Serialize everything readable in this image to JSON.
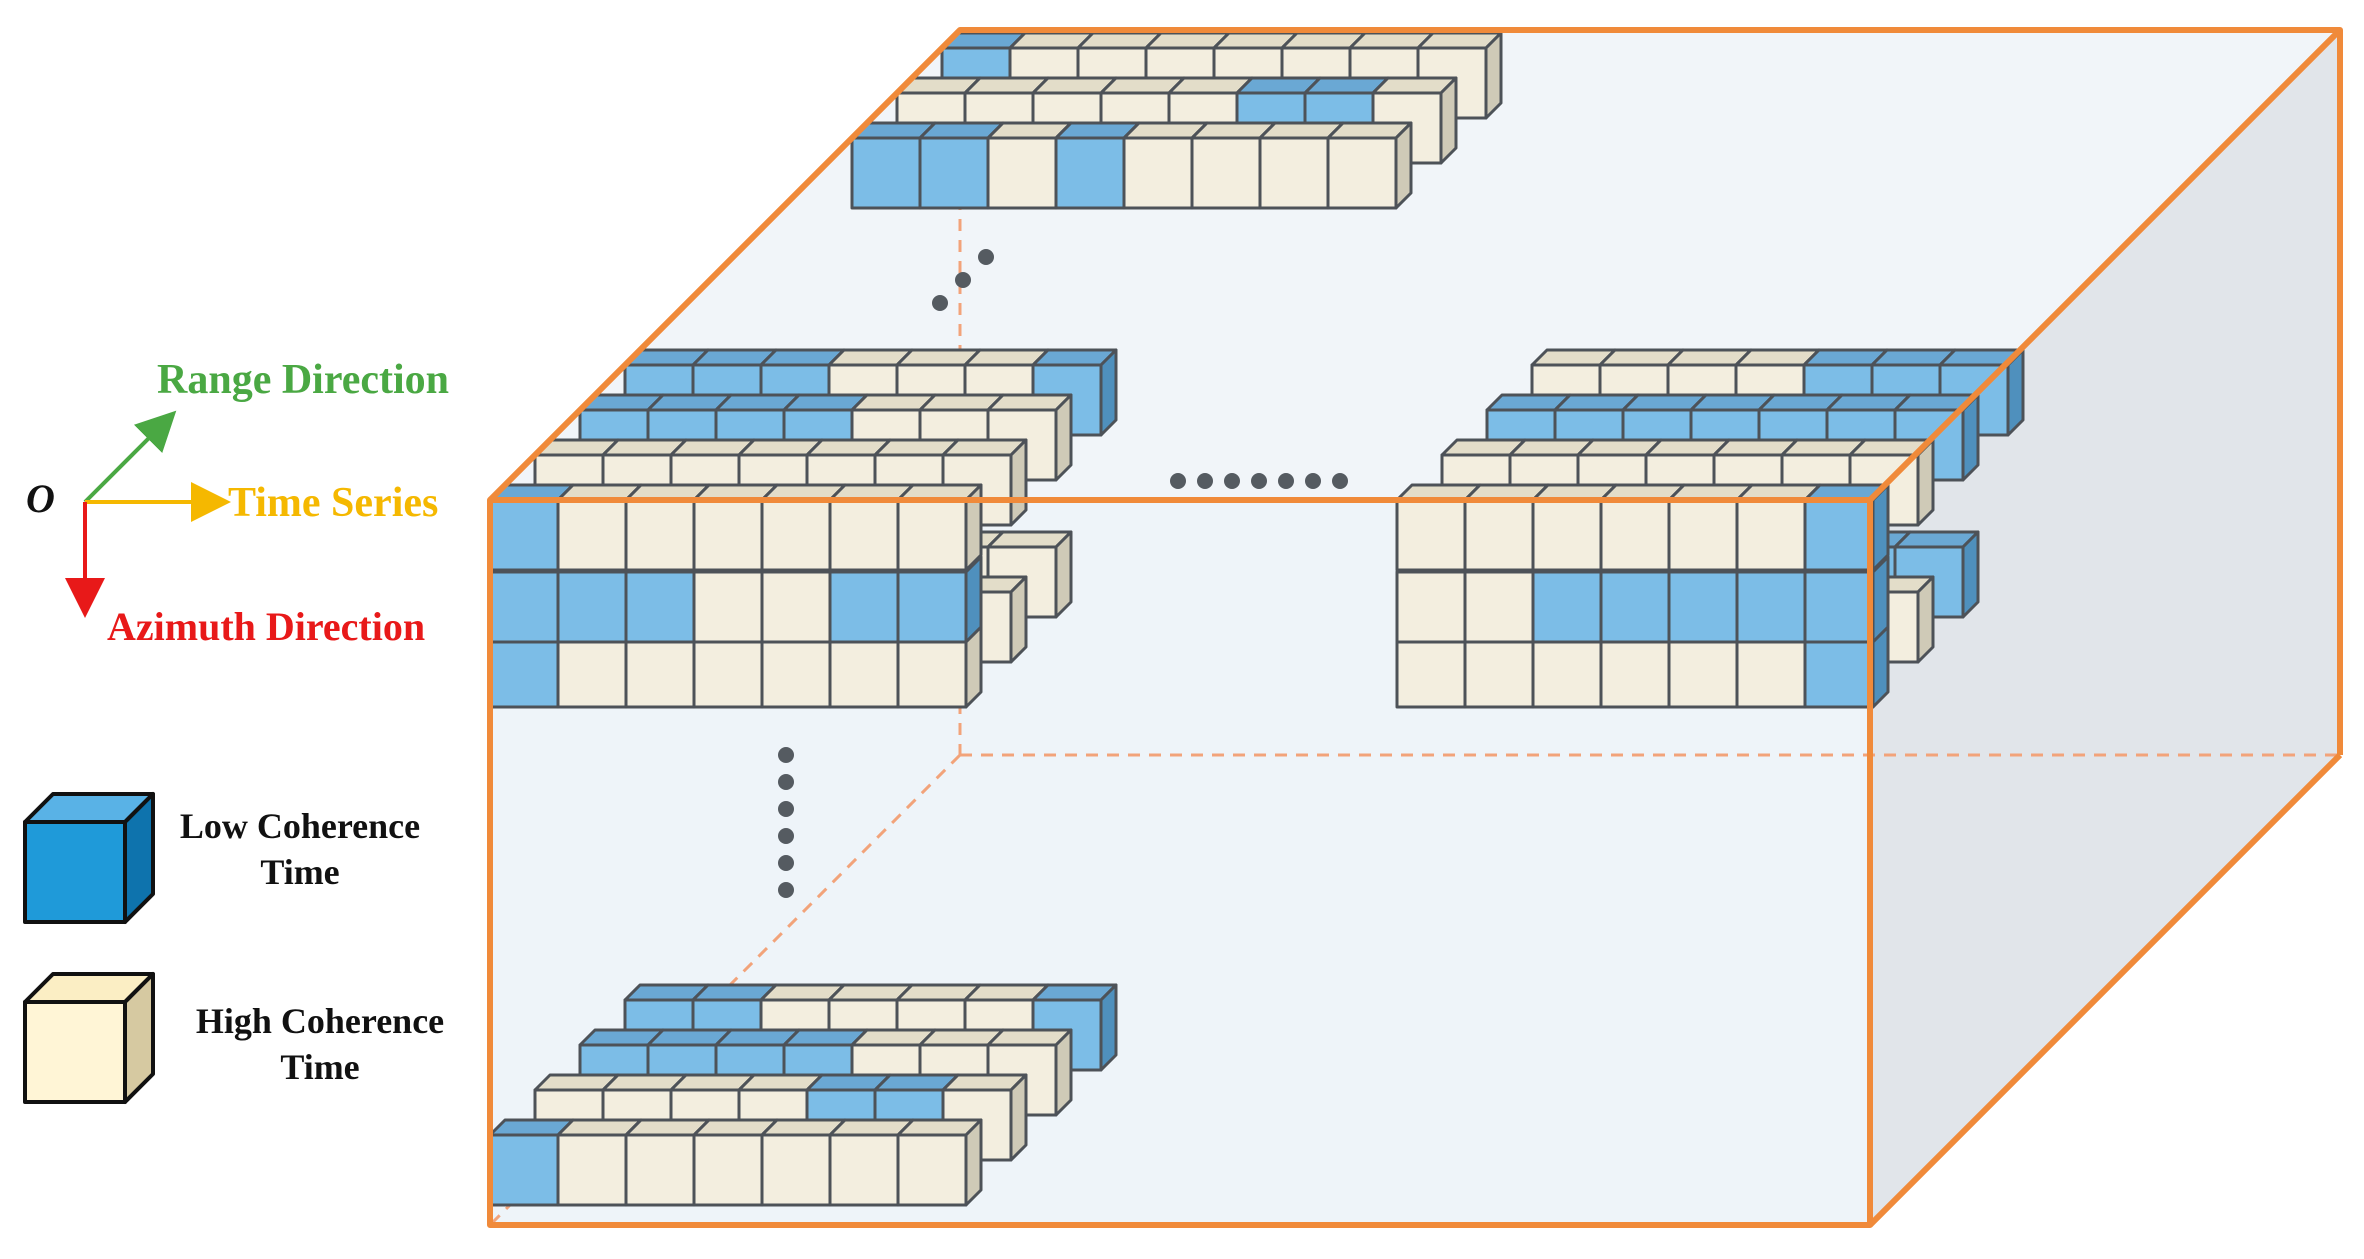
{
  "axes": {
    "origin_label": "O",
    "range_label": "Range Direction",
    "time_label": "Time Series",
    "azimuth_label": "Azimuth Direction",
    "colors": {
      "range": "#4aa843",
      "time": "#f5b800",
      "azimuth": "#e81919",
      "origin": "#111111"
    }
  },
  "legend": [
    {
      "id": "low",
      "line1": "Low Coherence",
      "line2": "Time",
      "cube_color": "low_legend"
    },
    {
      "id": "high",
      "line1": "High Coherence",
      "line2": "Time",
      "cube_color": "high_legend"
    }
  ],
  "colors": {
    "box_edge": "#f08a3a",
    "box_top": "#f1f5f9",
    "box_front": "#eef4f9",
    "box_side": "#e1e5ea",
    "cell_edge": "#4d5258",
    "dots": "#555b61",
    "low": [
      "#7cbde7",
      "#4f90bd",
      "#6aa8d4"
    ],
    "high": [
      "#f3eedf",
      "#cfcab7",
      "#e3ddc9"
    ],
    "low_legend": [
      "#1f9ad9",
      "#0e73ad",
      "#59b2e6"
    ],
    "high_legend": [
      "#fff5d6",
      "#d6c9a1",
      "#fbeec4"
    ]
  },
  "stacks": [
    {
      "id": "top-stack",
      "rows": [
        "LHHHHHHH",
        "HHHHHLLH",
        "LLHLHHHH"
      ]
    },
    {
      "id": "upper-left-stack",
      "rows": [
        "LLLHHHL",
        "LLLLHHH",
        "HHHHHHH",
        "LHHHHHH",
        "LLLHHLL"
      ]
    },
    {
      "id": "upper-right-stack",
      "rows": [
        "HHHHLLL",
        "LLLLLLL",
        "HHHHHHH",
        "HHHHHHL",
        "HHLLLLL"
      ]
    },
    {
      "id": "bottom-stack",
      "rows": [
        "LLHHHHL",
        "LLLLHHH",
        "HHHHLLH",
        "LHHHHHH"
      ]
    }
  ]
}
